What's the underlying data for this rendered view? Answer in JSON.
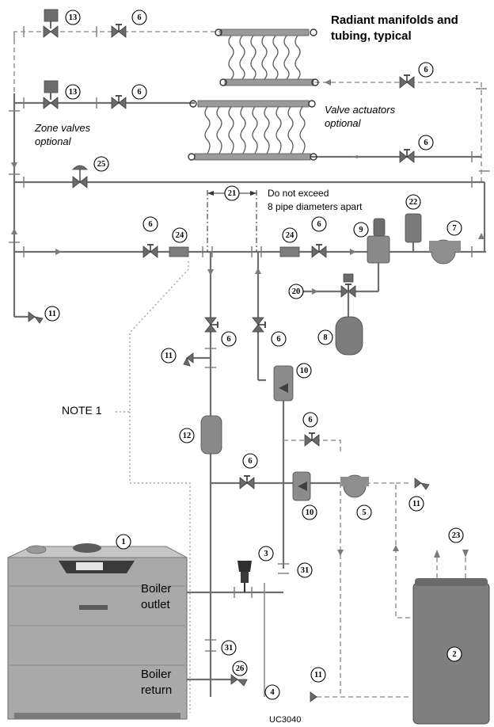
{
  "title_line1": "Radiant manifolds and",
  "title_line2": "tubing, typical",
  "zone_line1": "Zone valves",
  "zone_line2": "optional",
  "actuator_line1": "Valve actuators",
  "actuator_line2": "optional",
  "spacing_line1": "Do not exceed",
  "spacing_line2": "8 pipe diameters apart",
  "note": "NOTE 1",
  "boiler_outlet_line1": "Boiler",
  "boiler_outlet_line2": "outlet",
  "boiler_return_line1": "Boiler",
  "boiler_return_line2": "return",
  "figure_code": "UC3040",
  "callouts": [
    {
      "id": "c13a",
      "n": "13"
    },
    {
      "id": "c6a",
      "n": "6"
    },
    {
      "id": "c13b",
      "n": "13"
    },
    {
      "id": "c6b",
      "n": "6"
    },
    {
      "id": "c6c",
      "n": "6"
    },
    {
      "id": "c6d",
      "n": "6"
    },
    {
      "id": "c25",
      "n": "25"
    },
    {
      "id": "c21",
      "n": "21"
    },
    {
      "id": "c22",
      "n": "22"
    },
    {
      "id": "c6e",
      "n": "6"
    },
    {
      "id": "c24a",
      "n": "24"
    },
    {
      "id": "c24b",
      "n": "24"
    },
    {
      "id": "c6f",
      "n": "6"
    },
    {
      "id": "c9",
      "n": "9"
    },
    {
      "id": "c7",
      "n": "7"
    },
    {
      "id": "c20",
      "n": "20"
    },
    {
      "id": "c11a",
      "n": "11"
    },
    {
      "id": "c8",
      "n": "8"
    },
    {
      "id": "c6g",
      "n": "6"
    },
    {
      "id": "c6h",
      "n": "6"
    },
    {
      "id": "c11b",
      "n": "11"
    },
    {
      "id": "c10a",
      "n": "10"
    },
    {
      "id": "c6i",
      "n": "6"
    },
    {
      "id": "c12",
      "n": "12"
    },
    {
      "id": "c6j",
      "n": "6"
    },
    {
      "id": "c10b",
      "n": "10"
    },
    {
      "id": "c5",
      "n": "5"
    },
    {
      "id": "c11c",
      "n": "11"
    },
    {
      "id": "c1",
      "n": "1"
    },
    {
      "id": "c3",
      "n": "3"
    },
    {
      "id": "c23",
      "n": "23"
    },
    {
      "id": "c31a",
      "n": "31"
    },
    {
      "id": "c2",
      "n": "2"
    },
    {
      "id": "c31b",
      "n": "31"
    },
    {
      "id": "c26",
      "n": "26"
    },
    {
      "id": "c11d",
      "n": "11"
    },
    {
      "id": "c4",
      "n": "4"
    }
  ]
}
